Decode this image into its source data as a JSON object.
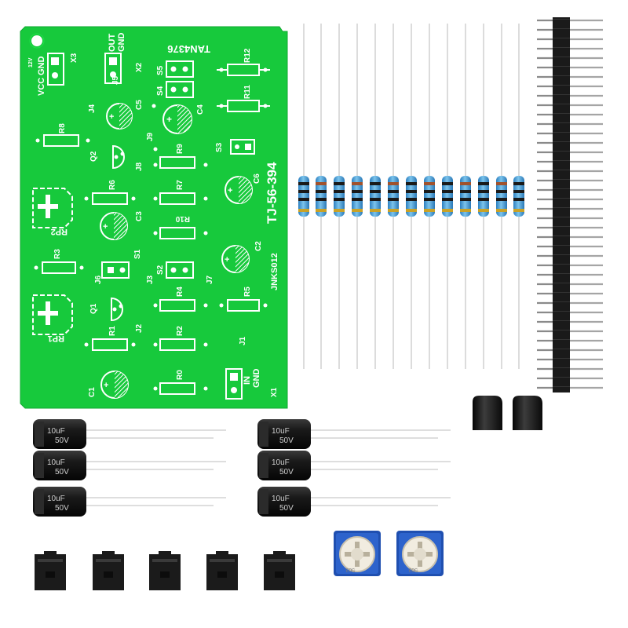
{
  "pcb": {
    "board_id": "TJ-56-394",
    "code": "TAN4376",
    "maker": "JNKS012",
    "power_voltage": "12V",
    "connector_labels": {
      "vcc": "VCC",
      "gnd": "GND",
      "out": "OUT",
      "in": "IN"
    },
    "designators": {
      "x1": "X1",
      "x2": "X2",
      "x3": "X3",
      "j1": "J1",
      "j2": "J2",
      "j3": "J3",
      "j4": "J4",
      "j5": "J5",
      "j6": "J6",
      "j7": "J7",
      "j8": "J8",
      "j9": "J9",
      "s1": "S1",
      "s2": "S2",
      "s3": "S3",
      "s4": "S4",
      "s5": "S5",
      "q1": "Q1",
      "q2": "Q2",
      "c1": "C1",
      "c2": "C2",
      "c3": "C3",
      "c4": "C4",
      "c5": "C5",
      "c6": "C6",
      "r0": "R0",
      "r1": "R1",
      "r2": "R2",
      "r3": "R3",
      "r4": "R4",
      "r5": "R5",
      "r6": "R6",
      "r7": "R7",
      "r8": "R8",
      "r9": "R9",
      "r10": "R10",
      "r11": "R11",
      "r12": "R12",
      "rp1": "RP1",
      "rp2": "RP2"
    }
  },
  "components": {
    "capacitor_value": "10uF",
    "capacitor_voltage": "50V",
    "potentiometer_code": "503"
  },
  "colors": {
    "pcb": "#17c93c",
    "silkscreen": "#ffffff",
    "resistor_body": "#3fa0d8",
    "capacitor_body": "#151515",
    "header": "#1a1a1a",
    "trimmer": "#1f4fb0"
  }
}
